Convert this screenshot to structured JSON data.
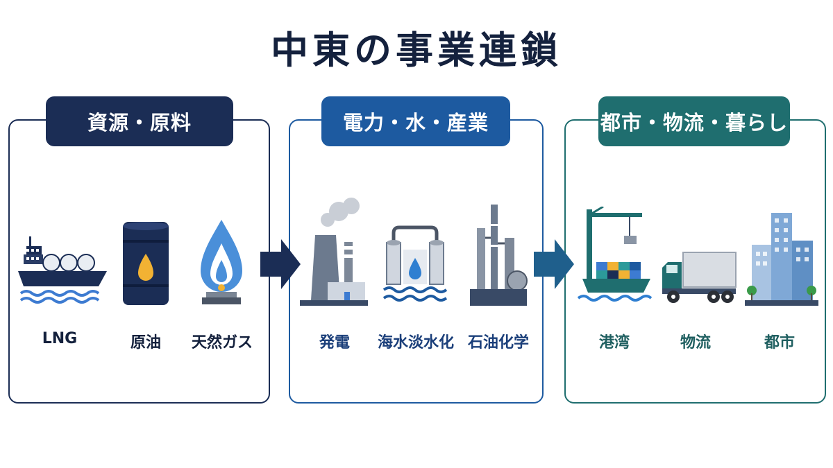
{
  "title": "中東の事業連鎖",
  "panels": [
    {
      "title": "資源・原料",
      "color": "#1b2d55",
      "items": [
        {
          "label": "LNG",
          "icon": "lng-tanker-icon"
        },
        {
          "label": "原油",
          "icon": "oil-barrel-icon"
        },
        {
          "label": "天然ガス",
          "icon": "gas-flame-icon"
        }
      ]
    },
    {
      "title": "電力・水・産業",
      "color": "#1d5aa0",
      "items": [
        {
          "label": "発電",
          "icon": "power-plant-icon"
        },
        {
          "label": "海水淡水化",
          "icon": "desalination-plant-icon"
        },
        {
          "label": "石油化学",
          "icon": "petrochemical-plant-icon"
        }
      ]
    },
    {
      "title": "都市・物流・暮らし",
      "color": "#1f6e6f",
      "items": [
        {
          "label": "港湾",
          "icon": "port-crane-ship-icon"
        },
        {
          "label": "物流",
          "icon": "truck-icon"
        },
        {
          "label": "都市",
          "icon": "city-buildings-icon"
        }
      ]
    }
  ]
}
